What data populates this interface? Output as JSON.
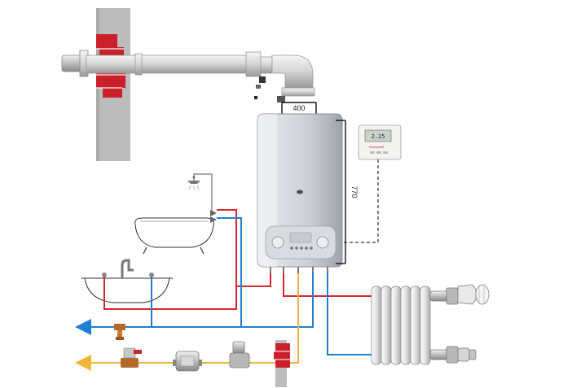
{
  "diagram": {
    "boiler_width_label": "400",
    "boiler_height_label": "770",
    "thermostat_display": "2.25",
    "thermostat_brand": "Honeywell"
  },
  "colors": {
    "hot_water": "#d9262c",
    "cold_water": "#1f7fd3",
    "gas": "#f0b53a",
    "wall": "#b9b9b9",
    "brick": "#c9202a",
    "signal": "#555555"
  },
  "icons": {
    "cold_inlet": "blue-arrow-icon",
    "gas_inlet": "yellow-arrow-icon"
  }
}
